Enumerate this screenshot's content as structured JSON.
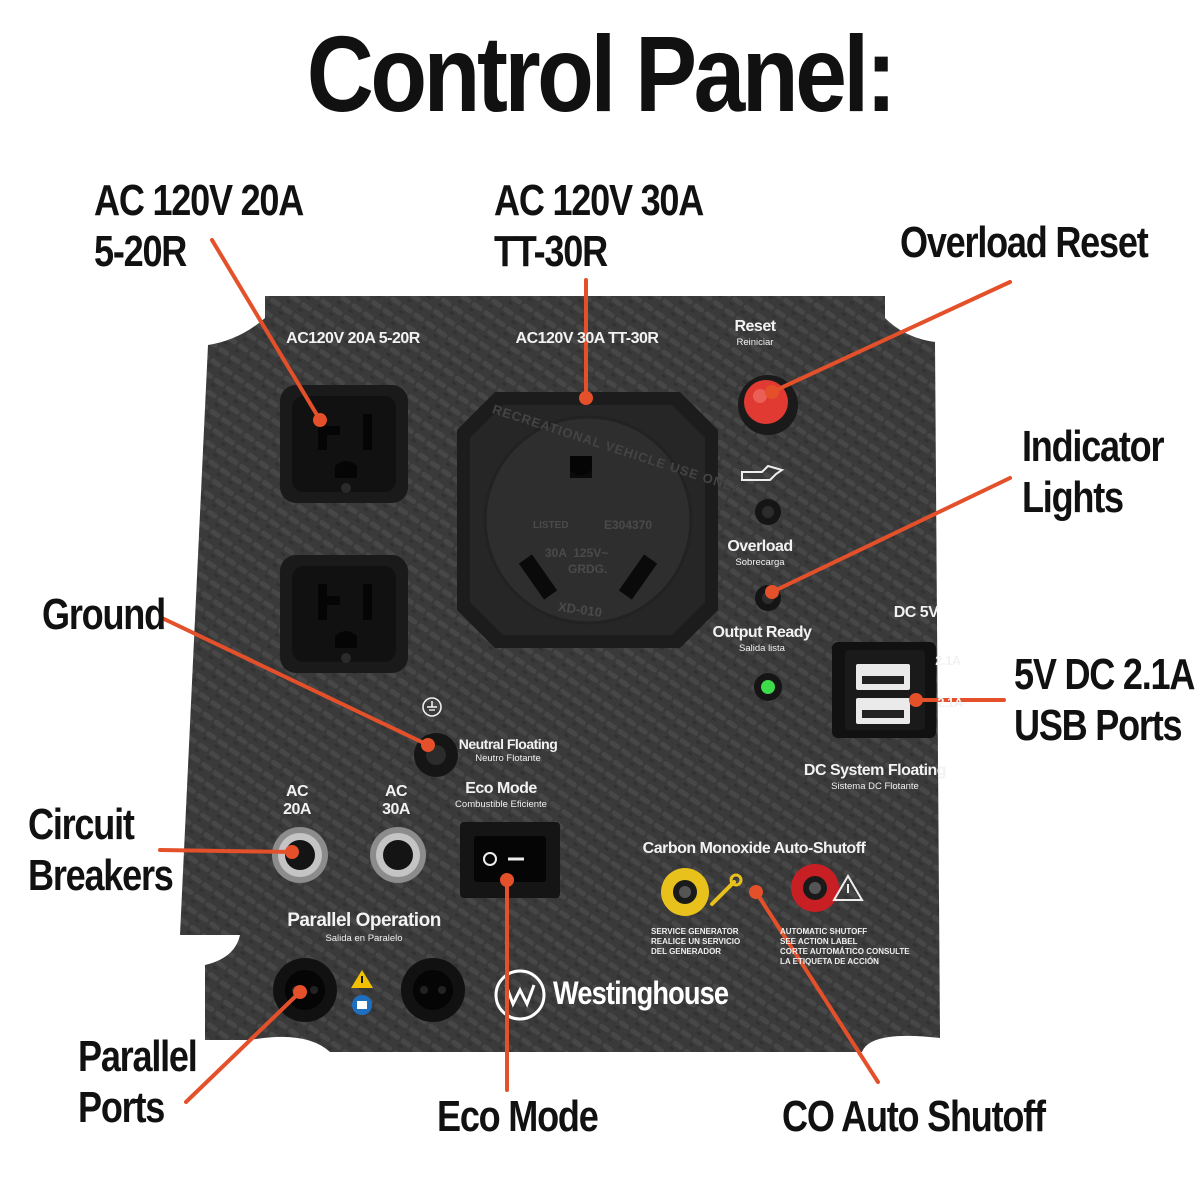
{
  "title": "Control Panel:",
  "callouts": {
    "ac20": [
      "AC 120V 20A",
      "5-20R"
    ],
    "ac30": [
      "AC 120V 30A",
      "TT-30R"
    ],
    "overload_reset": [
      "Overload Reset"
    ],
    "indicator_lights": [
      "Indicator",
      "Lights"
    ],
    "ground": [
      "Ground"
    ],
    "usb": [
      "5V DC 2.1A",
      "USB Ports"
    ],
    "circuit_breakers": [
      "Circuit",
      "Breakers"
    ],
    "parallel_ports": [
      "Parallel",
      "Ports"
    ],
    "eco_mode": [
      "Eco Mode"
    ],
    "co_shutoff": [
      "CO Auto Shutoff"
    ]
  },
  "panel": {
    "ac20_label": "AC120V 20A 5-20R",
    "ac30_label": "AC120V 30A TT-30R",
    "reset_label": "Reset",
    "reset_sub": "Reiniciar",
    "overload_label": "Overload",
    "overload_sub": "Sobrecarga",
    "output_ready_label": "Output Ready",
    "output_ready_sub": "Salida lista",
    "dc5v_label": "DC 5V",
    "usb_rating_1": "2.1A",
    "usb_rating_2": "2.1A",
    "dc_floating_label": "DC System Floating",
    "dc_floating_sub": "Sistema DC Flotante",
    "neutral_label": "Neutral Floating",
    "neutral_sub": "Neutro Flotante",
    "breaker1_label": "AC",
    "breaker1_sub": "20A",
    "breaker2_label": "AC",
    "breaker2_sub": "30A",
    "eco_label": "Eco Mode",
    "eco_sub": "Combustible Eficiente",
    "co_label": "Carbon Monoxide Auto-Shutoff",
    "service_text": "SERVICE GENERATOR\nREALICE UN SERVICIO\nDEL GENERADOR",
    "shutoff_text": "AUTOMATIC SHUTOFF\nSEE ACTION LABEL\nCORTE AUTOMÁTICO CONSULTE\nLA ETIQUETA DE ACCIÓN",
    "parallel_label": "Parallel Operation",
    "parallel_sub": "Salida en Paralelo",
    "brand": "Westinghouse",
    "tt30_ring_text": "RECREATIONAL VEHICLE USE ONLY",
    "tt30_listed": "LISTED",
    "tt30_code": "E304370",
    "tt30_rating": "30A  125V~",
    "tt30_grds": "GRDG.",
    "tt30_model": "XD-010"
  },
  "colors": {
    "accent_line": "#e4502a",
    "panel": "#3a3a3a",
    "reset_button": "#e03a32",
    "ready_led": "#3ddc4a",
    "co_yellow": "#e8c11c",
    "co_red": "#c81f24"
  }
}
